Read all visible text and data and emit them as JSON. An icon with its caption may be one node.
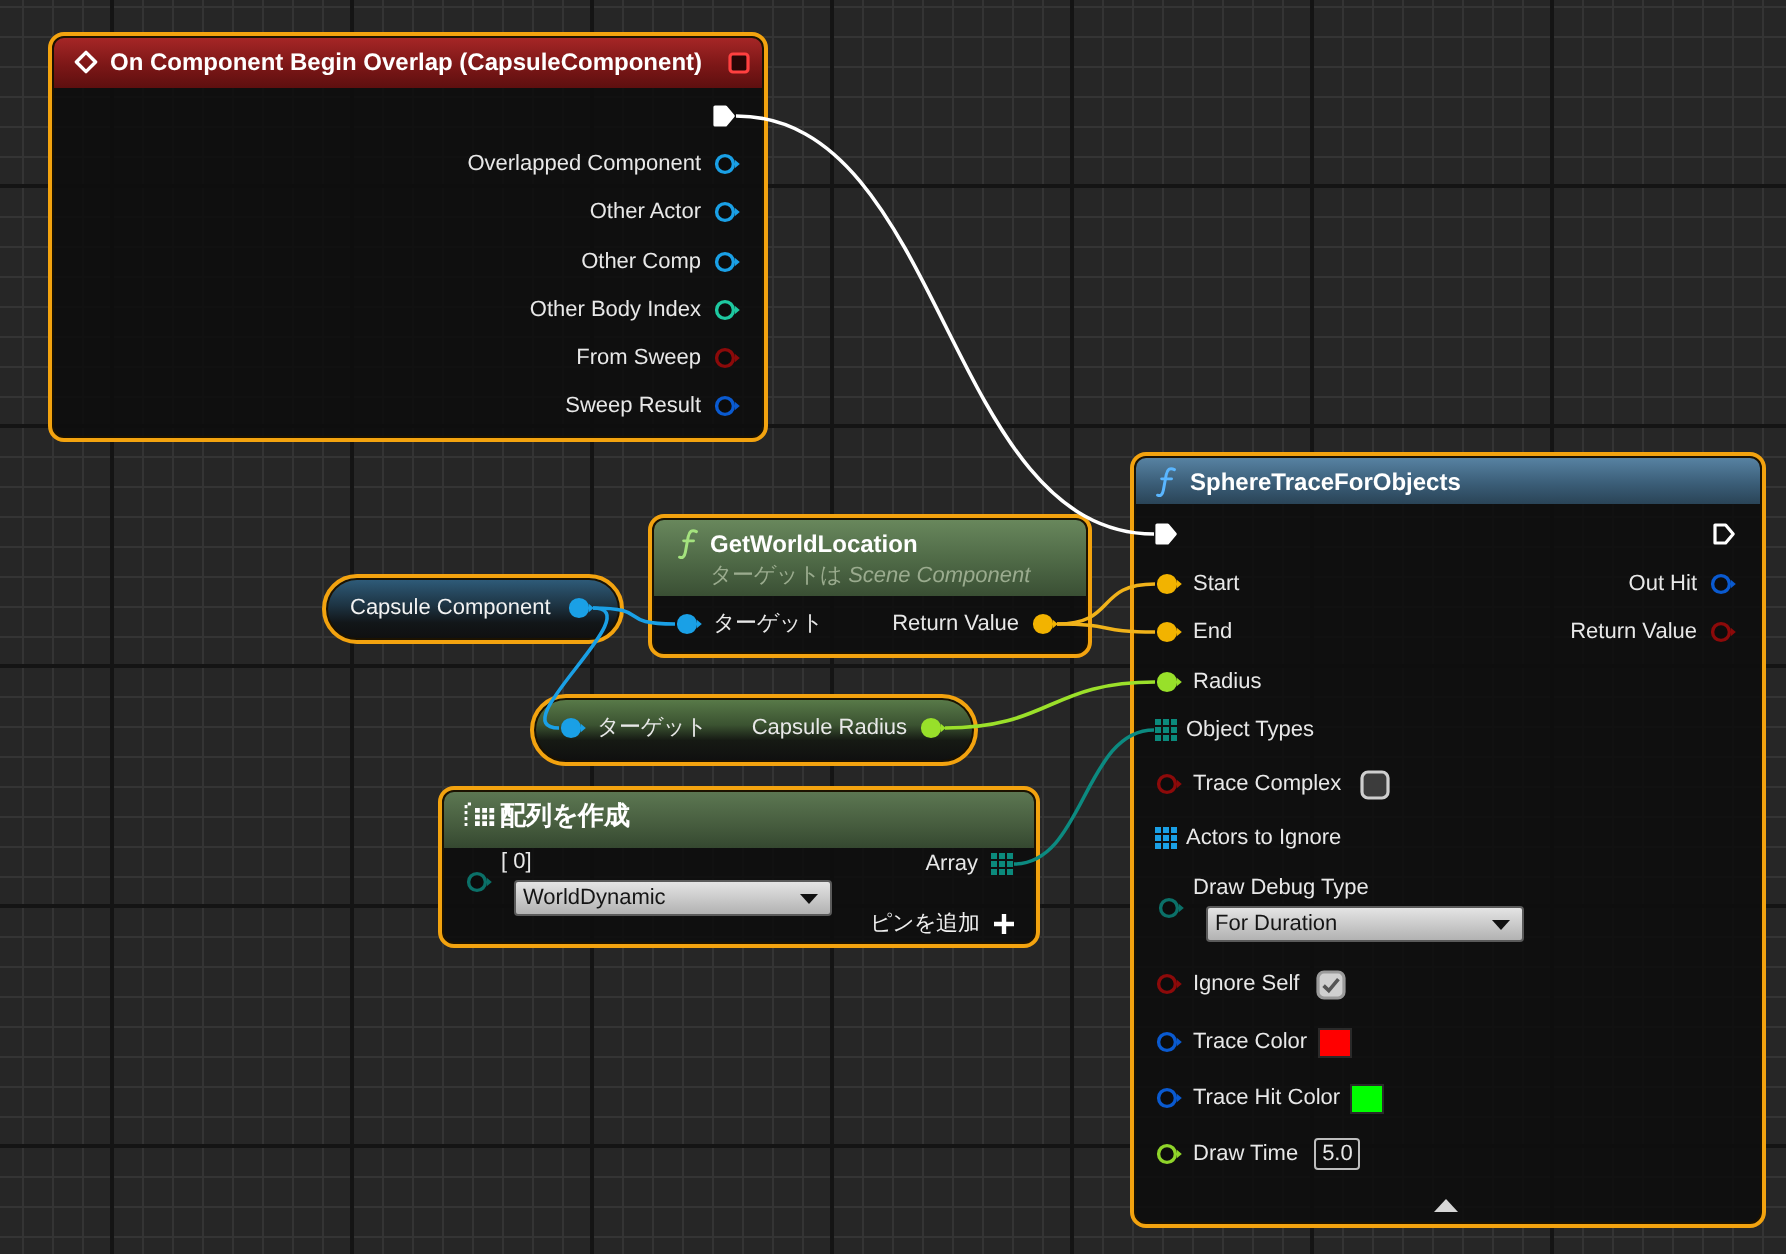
{
  "diagram": {
    "nodes": [
      {
        "text": [
          "On Component Begin Overlap (CapsuleComponent)"
        ]
      },
      {
        "text": [],
        "shape": "pentagon",
        "in": 0
      },
      {
        "text": [
          "Overlapped Component"
        ],
        "in": 0
      },
      {
        "text": [
          "Other Actor"
        ],
        "in": 0
      },
      {
        "text": [
          "Other Comp"
        ],
        "in": 0
      },
      {
        "text": [
          "Other Body Index"
        ],
        "in": 0
      },
      {
        "text": [
          "From Sweep"
        ],
        "in": 0
      },
      {
        "text": [
          "Sweep Result"
        ],
        "in": 0
      },
      {
        "text": [
          "GetWorldLocation",
          "ターゲットは *Scene Component*"
        ]
      },
      {
        "text": [
          "ターゲット"
        ],
        "in": 8
      },
      {
        "text": [
          "Return Value"
        ],
        "in": 8
      },
      {
        "text": [
          "Capsule Component"
        ]
      },
      {
        "text": [],
        "shape": "circle",
        "in": 11
      },
      {
        "text": [],
        "shape": "box"
      },
      {
        "text": [
          "ターゲット"
        ],
        "in": 13
      },
      {
        "text": [
          "Capsule Radius"
        ],
        "in": 13
      },
      {
        "text": [
          "配列を作成",
          "ピンを追加"
        ]
      },
      {
        "text": [
          "[ 0]",
          "WorldDynamic"
        ],
        "in": 16
      },
      {
        "text": [
          "Array"
        ],
        "in": 16
      },
      {
        "text": [
          "SphereTraceForObjects"
        ]
      },
      {
        "text": [],
        "shape": "pentagon",
        "in": 19
      },
      {
        "text": [],
        "shape": "pentagon",
        "in": 19
      },
      {
        "text": [
          "Start"
        ],
        "in": 19
      },
      {
        "text": [
          "Out Hit"
        ],
        "in": 19
      },
      {
        "text": [
          "End"
        ],
        "in": 19
      },
      {
        "text": [
          "Return Value"
        ],
        "in": 19
      },
      {
        "text": [
          "Radius"
        ],
        "in": 19
      },
      {
        "text": [
          "Object Types"
        ],
        "in": 19
      },
      {
        "text": [
          "Trace Complex"
        ],
        "in": 19
      },
      {
        "text": [
          "Actors to Ignore"
        ],
        "in": 19
      },
      {
        "text": [
          "Draw Debug Type",
          "For Duration"
        ],
        "in": 19
      },
      {
        "text": [
          "Ignore Self"
        ],
        "in": 19
      },
      {
        "text": [
          "Trace Color"
        ],
        "in": 19
      },
      {
        "text": [
          "Trace Hit Color"
        ],
        "in": 19
      },
      {
        "text": [
          "Draw Time",
          "5.0"
        ],
        "in": 19
      }
    ],
    "edges": [
      {
        "from": 1,
        "to": 20,
        "arrow": "none",
        "color": "#ffffff"
      },
      {
        "from": 12,
        "to": 9,
        "arrow": "none",
        "color": "#1aa0e6"
      },
      {
        "from": 12,
        "to": 14,
        "arrow": "none",
        "color": "#1aa0e6"
      },
      {
        "from": 10,
        "to": 22,
        "arrow": "none",
        "color": "#f0b21a"
      },
      {
        "from": 10,
        "to": 24,
        "arrow": "none",
        "color": "#f0b21a"
      },
      {
        "from": 15,
        "to": 26,
        "arrow": "none",
        "color": "#9be02a"
      },
      {
        "from": 18,
        "to": 27,
        "arrow": "none",
        "color": "#0c8a80"
      }
    ]
  }
}
